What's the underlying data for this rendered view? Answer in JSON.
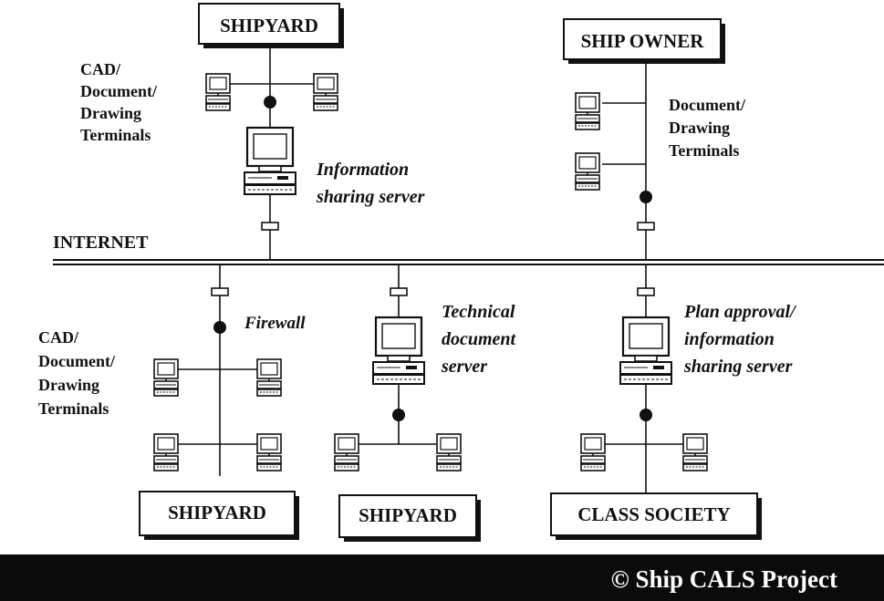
{
  "nodes": {
    "shipyard_top": "SHIPYARD",
    "ship_owner": "SHIP OWNER",
    "shipyard_bl": "SHIPYARD",
    "shipyard_bm": "SHIPYARD",
    "class_society": "CLASS SOCIETY"
  },
  "labels": {
    "cad_top": [
      "CAD/",
      "Document/",
      "Drawing",
      "Terminals"
    ],
    "info_server": [
      "Information",
      "sharing server"
    ],
    "owner_terminals": [
      "Document/",
      "Drawing",
      "Terminals"
    ],
    "internet": "INTERNET",
    "firewall": "Firewall",
    "tech_server": [
      "Technical",
      "document",
      "server"
    ],
    "plan_server": [
      "Plan approval/",
      "information",
      "sharing server"
    ],
    "cad_bottom": [
      "CAD/",
      "Document/",
      "Drawing",
      "Terminals"
    ]
  },
  "footer": {
    "copyright": "© Ship CALS  Project"
  },
  "colors": {
    "ink": "#111111",
    "footer_bg": "#0b0b0b",
    "footer_text": "#ffffff"
  }
}
